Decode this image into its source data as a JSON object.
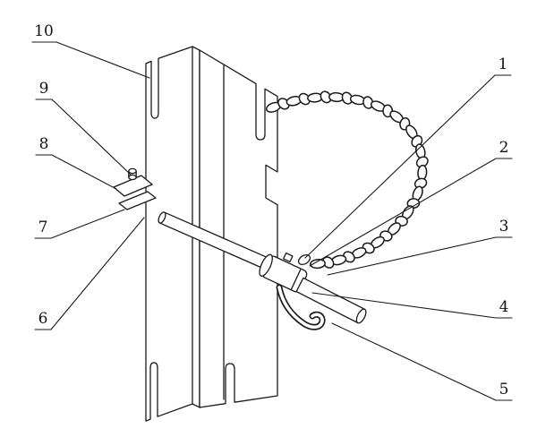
{
  "figure": {
    "background_color": "#ffffff",
    "line_color": "#1a1a1a"
  },
  "callouts": {
    "1": {
      "label": "1"
    },
    "2": {
      "label": "2"
    },
    "3": {
      "label": "3"
    },
    "4": {
      "label": "4"
    },
    "5": {
      "label": "5"
    },
    "6": {
      "label": "6"
    },
    "7": {
      "label": "7"
    },
    "8": {
      "label": "8"
    },
    "9": {
      "label": "9"
    },
    "10": {
      "label": "10"
    }
  }
}
